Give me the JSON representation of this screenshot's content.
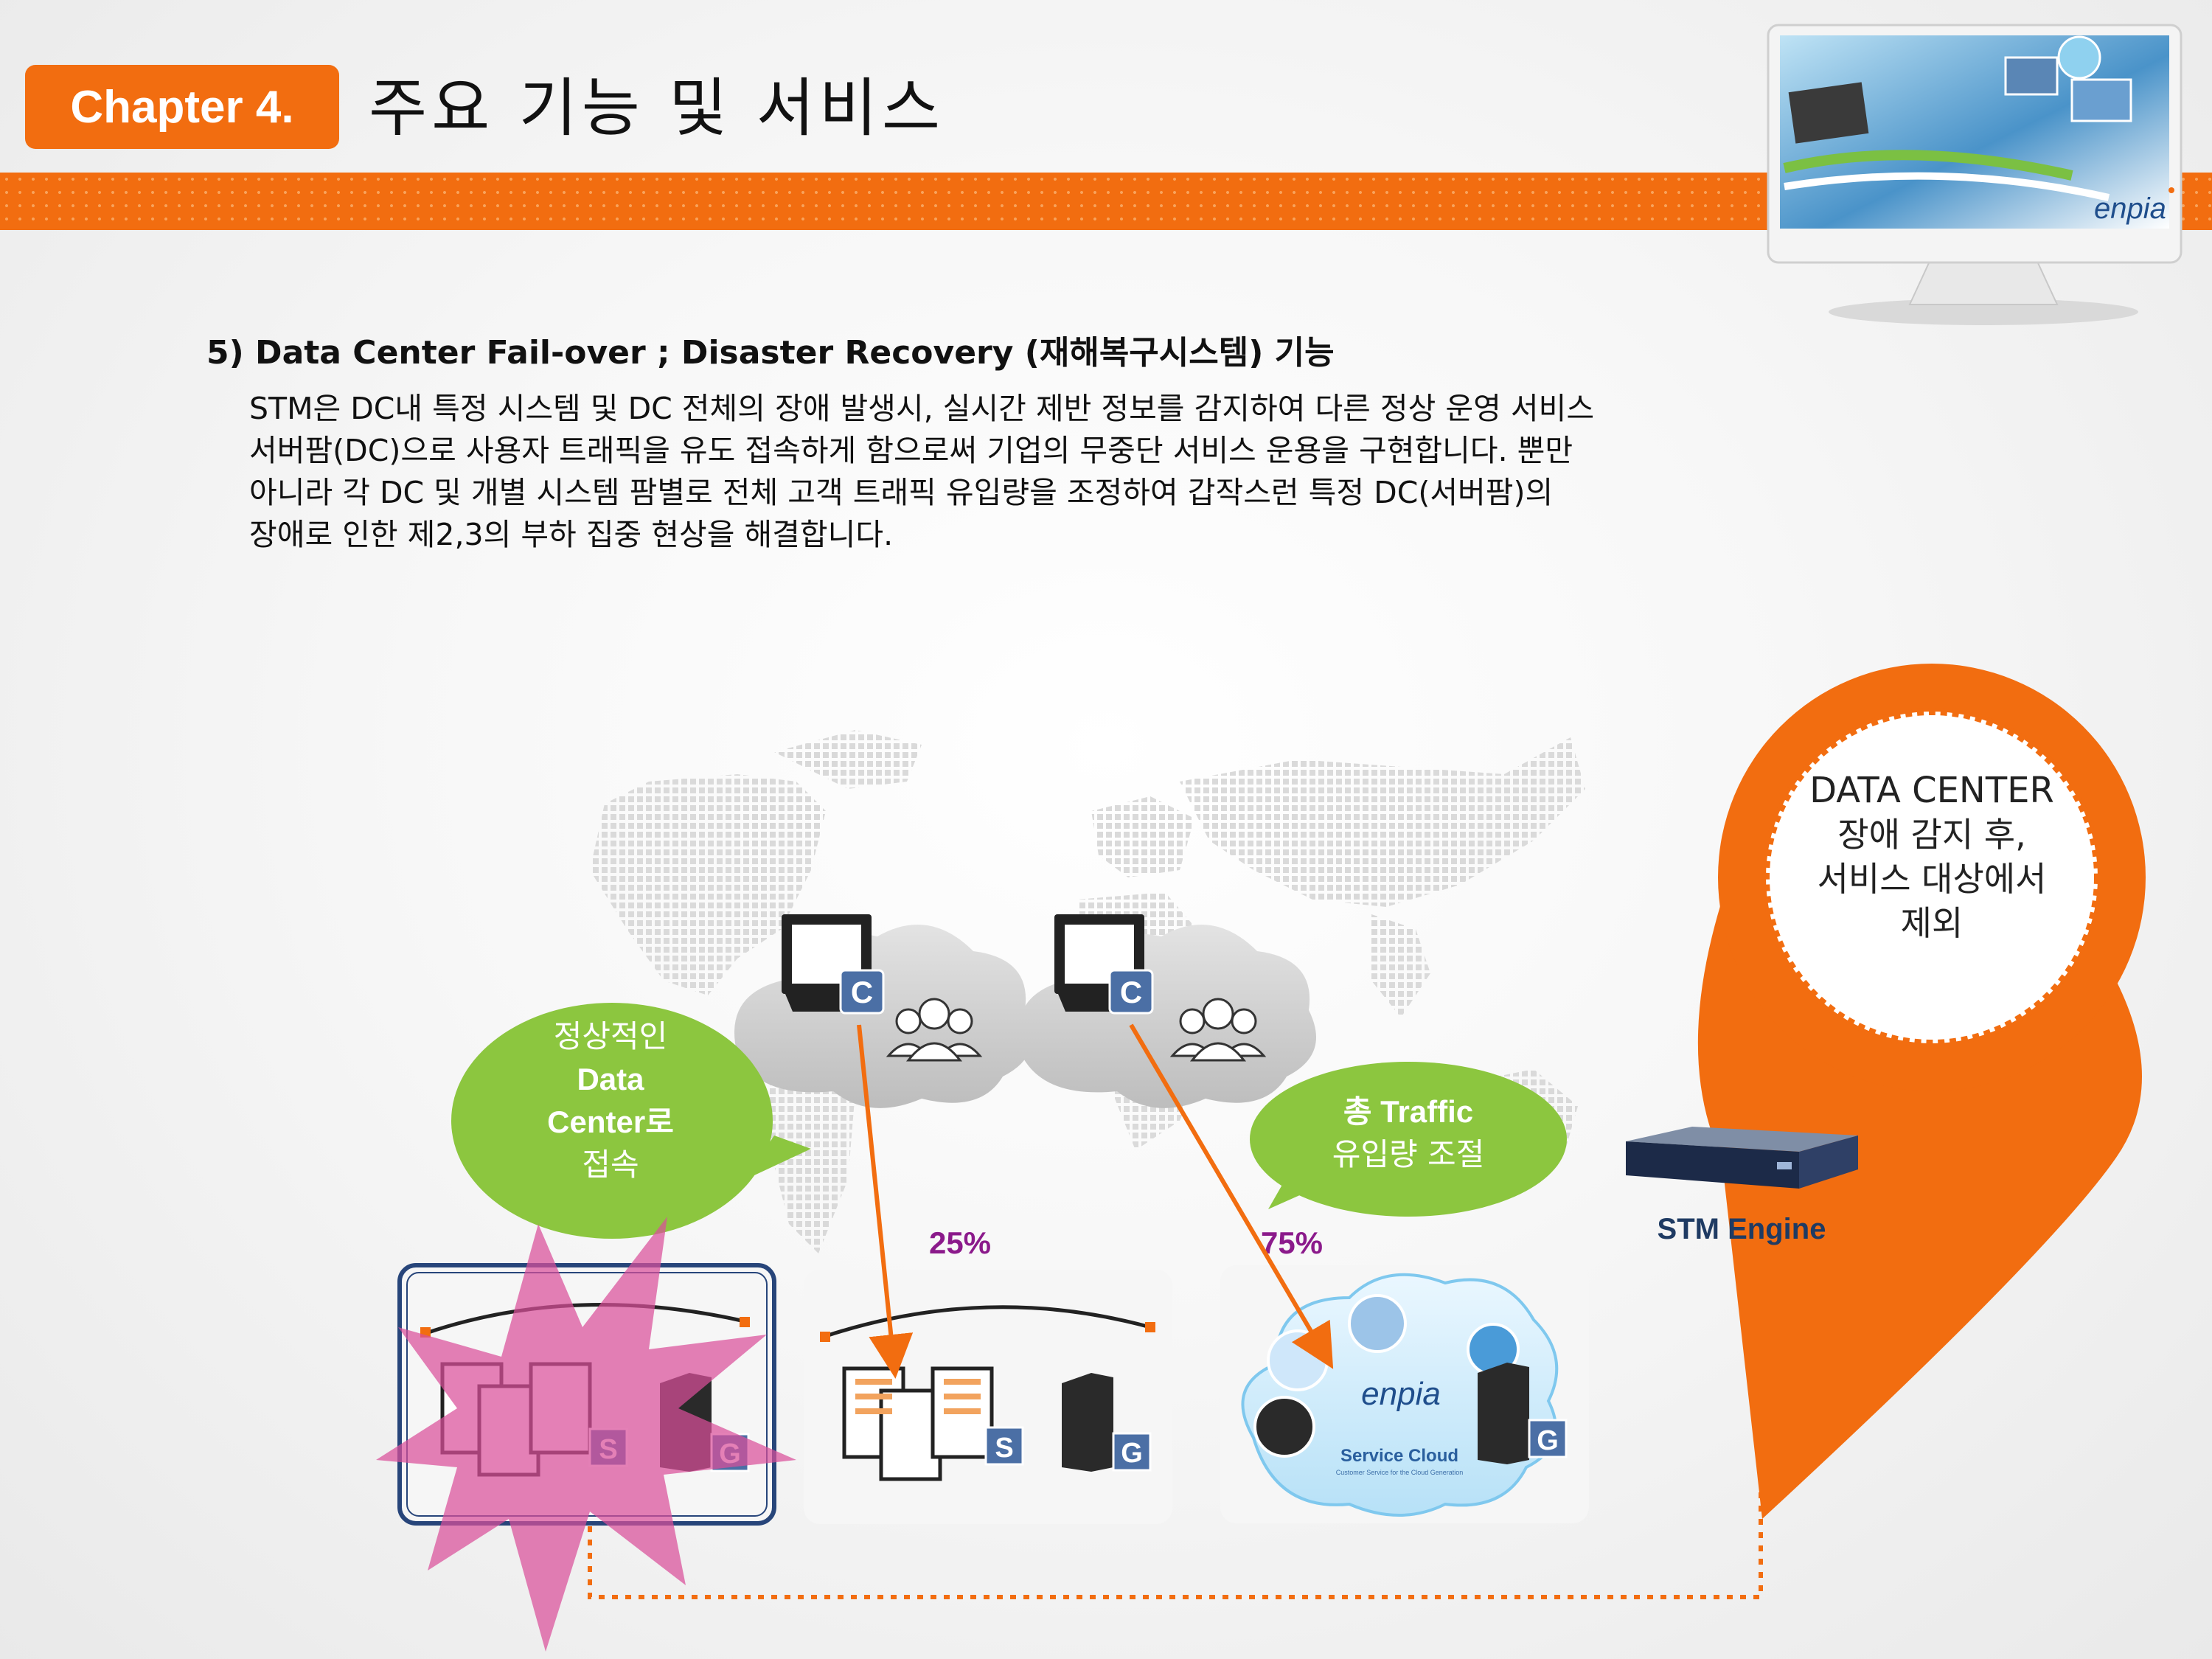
{
  "header": {
    "chapter_label": "Chapter 4.",
    "title": "주요 기능 및 서비스",
    "accent_color": "#f26d10",
    "monitor_brand": "enpia"
  },
  "section": {
    "heading": "5) Data Center Fail-over ;  Disaster Recovery (재해복구시스템) 기능",
    "body_lines": [
      "STM은 DC내 특정 시스템 및 DC 전체의 장애 발생시, 실시간 제반 정보를 감지하여 다른 정상 운영 서비스",
      "서버팜(DC)으로 사용자 트래픽을 유도 접속하게 함으로써 기업의 무중단 서비스 운용을 구현합니다. 뿐만",
      "아니라 각 DC 및 개별 시스템 팜별로 전체 고객 트래픽 유입량을 조정하여 갑작스런 특정 DC(서버팜)의",
      "장애로 인한 제2,3의 부하 집중 현상을 해결합니다."
    ]
  },
  "diagram": {
    "callout_normal": [
      "정상적인",
      "Data",
      "Center로",
      "접속"
    ],
    "callout_traffic": [
      "총 Traffic",
      "유입량 조절"
    ],
    "pin_text": [
      "DATA CENTER",
      "장애 감지 후,",
      "서비스 대상에서",
      "제외"
    ],
    "percent_left": "25%",
    "percent_right": "75%",
    "client_badge": "C",
    "server_badge": "S",
    "gateway_badge": "G",
    "engine_label": "STM Engine",
    "service_cloud_label": "Service Cloud",
    "service_cloud_sub": "Customer Service for the Cloud Generation",
    "cloud_brand": "enpia",
    "colors": {
      "callout_green": "#8cc63f",
      "arrow_orange": "#f26d10",
      "percent_purple": "#8b1a8b",
      "burst_pink": "#d94f9a",
      "engine_text": "#1f3b63"
    }
  }
}
